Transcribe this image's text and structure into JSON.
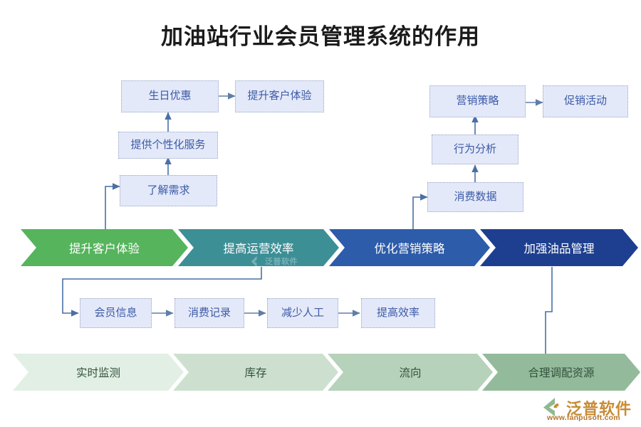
{
  "title": "加油站行业会员管理系统的作用",
  "colors": {
    "chev_green": "#55b45c",
    "chev_teal": "#3d8f96",
    "chev_blue": "#2d5caa",
    "chev_navy": "#1e3f8f",
    "bottom_1": "#e2efe4",
    "bottom_2": "#cde0cf",
    "bottom_3": "#b6d2ba",
    "bottom_4": "#93bb9b",
    "box_fill": "#e4e9f9",
    "box_border": "#9aa6c4",
    "box_text": "#3b5aa6",
    "connector": "#4a6fa5",
    "logo_orange": "#c98b33",
    "logo_green": "#8fb98f"
  },
  "main_chevrons": [
    {
      "label": "提升客户体验",
      "color": "#55b45c"
    },
    {
      "label": "提高运营效率",
      "color": "#3d8f96"
    },
    {
      "label": "优化营销策略",
      "color": "#2d5caa"
    },
    {
      "label": "加强油品管理",
      "color": "#1e3f8f"
    }
  ],
  "bottom_chevrons": [
    {
      "label": "实时监测",
      "color": "#e2efe4"
    },
    {
      "label": "库存",
      "color": "#cde0cf"
    },
    {
      "label": "流向",
      "color": "#b6d2ba"
    },
    {
      "label": "合理调配资源",
      "color": "#93bb9b"
    }
  ],
  "left_branch": {
    "nodes": [
      {
        "label": "生日优惠"
      },
      {
        "label": "提升客户体验"
      },
      {
        "label": "提供个性化服务"
      },
      {
        "label": "了解需求"
      }
    ]
  },
  "right_branch": {
    "nodes": [
      {
        "label": "营销策略"
      },
      {
        "label": "促销活动"
      },
      {
        "label": "行为分析"
      },
      {
        "label": "消费数据"
      }
    ]
  },
  "bottom_branch": {
    "nodes": [
      {
        "label": "会员信息"
      },
      {
        "label": "消费记录"
      },
      {
        "label": "减少人工"
      },
      {
        "label": "提高效率"
      }
    ]
  },
  "watermark": {
    "text": "泛普软件"
  },
  "logo": {
    "name": "泛普软件",
    "url": "www.fanpusoft.com"
  },
  "chart_data": {
    "type": "diagram",
    "title": "加油站行业会员管理系统的作用",
    "stages": [
      {
        "stage": "提升客户体验",
        "flow": [
          "了解需求",
          "提供个性化服务",
          "生日优惠",
          "提升客户体验"
        ]
      },
      {
        "stage": "提高运营效率",
        "flow": [
          "会员信息",
          "消费记录",
          "减少人工",
          "提高效率"
        ]
      },
      {
        "stage": "优化营销策略",
        "flow": [
          "消费数据",
          "行为分析",
          "营销策略",
          "促销活动"
        ]
      },
      {
        "stage": "加强油品管理",
        "flow": [
          "实时监测",
          "库存",
          "流向",
          "合理调配资源"
        ]
      }
    ]
  }
}
